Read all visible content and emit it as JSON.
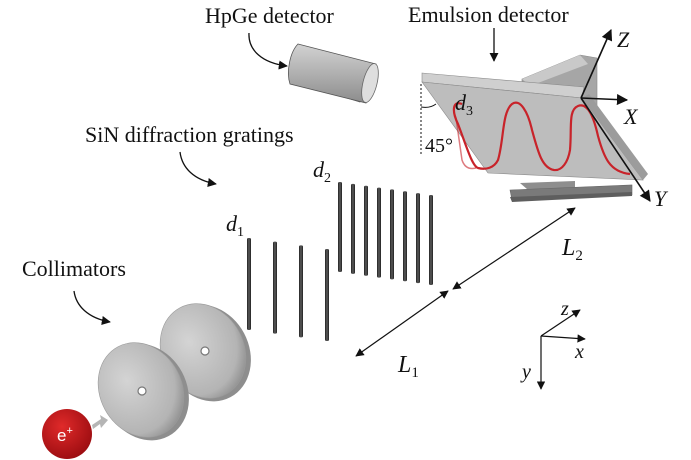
{
  "labels": {
    "hpge": "HpGe detector",
    "emulsion": "Emulsion detector",
    "gratings": "SiN diffraction gratings",
    "collimators": "Collimators",
    "positron": "e",
    "positron_sup": "+",
    "angle": "45°"
  },
  "symbols": {
    "d1": {
      "base": "d",
      "sub": "1"
    },
    "d2": {
      "base": "d",
      "sub": "2"
    },
    "d3": {
      "base": "d",
      "sub": "3"
    },
    "L1": {
      "base": "L",
      "sub": "1"
    },
    "L2": {
      "base": "L",
      "sub": "2"
    }
  },
  "detector_axes": {
    "x": "X",
    "y": "Y",
    "z": "Z"
  },
  "lab_axes": {
    "x": "x",
    "y": "y",
    "z": "z"
  },
  "gratings": {
    "grating1_bar_count": 4,
    "grating2_bar_count": 8
  },
  "colors": {
    "positron": "#c0141a",
    "track": "#c8232a",
    "metal": "#b9b9b9",
    "bar": "#3a3a3a"
  }
}
